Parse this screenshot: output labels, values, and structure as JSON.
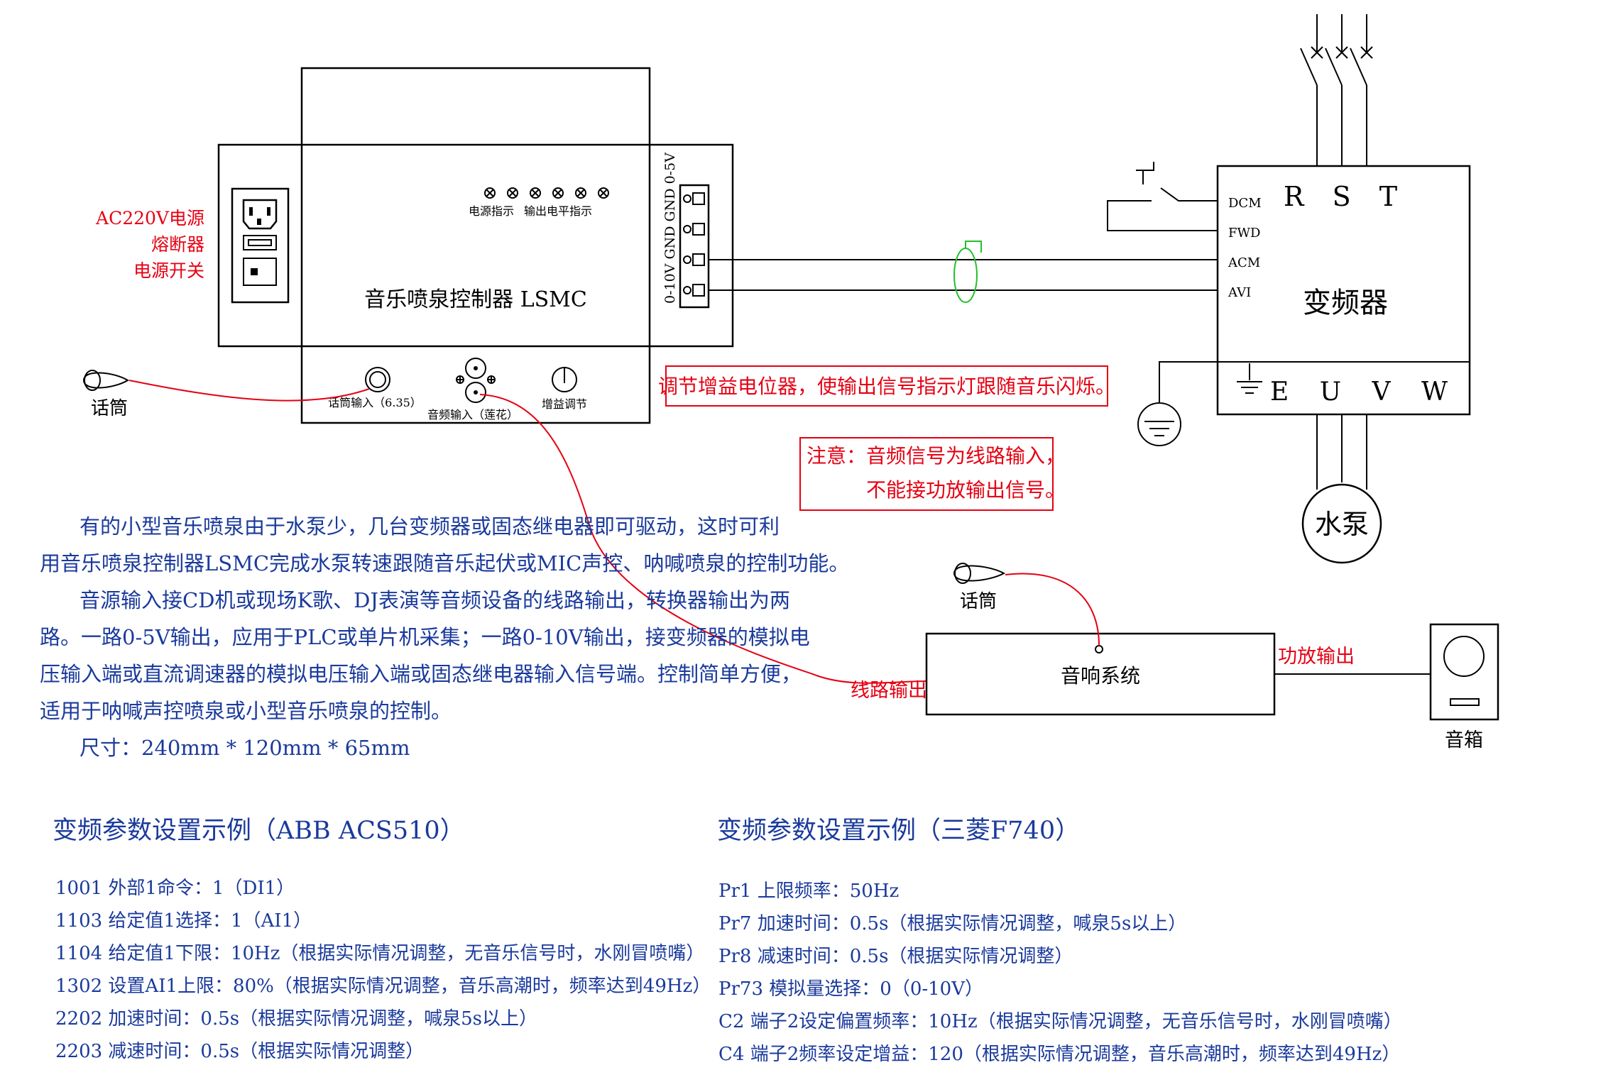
{
  "controller": {
    "title": "音乐喷泉控制器 LSMC",
    "power_labels": [
      "AC220V电源",
      "熔断器",
      "电源开关"
    ],
    "indicator_power": "电源指示",
    "indicator_level": "输出电平指示",
    "terminals": "0-10V GND GND 0-5V",
    "mic_input": "话筒输入（6.35）",
    "audio_input": "音频输入（莲花）",
    "gain": "增益调节",
    "mic": "话筒"
  },
  "vfd": {
    "title": "变频器",
    "top_terminals": "R S T",
    "bottom_terminals": "E U V W",
    "left_terminals": [
      "DCM",
      "FWD",
      "ACM",
      "AVI"
    ],
    "pump": "水泵"
  },
  "notes": {
    "gain_note": "调节增益电位器，使输出信号指示灯跟随音乐闪烁。",
    "warning_line1": "注意：音频信号为线路输入，",
    "warning_line2": "不能接功放输出信号。"
  },
  "description": [
    "有的小型音乐喷泉由于水泵少，几台变频器或固态继电器即可驱动，这时可利",
    "用音乐喷泉控制器LSMC完成水泵转速跟随音乐起伏或MIC声控、呐喊喷泉的控制功能。",
    "音源输入接CD机或现场K歌、DJ表演等音频设备的线路输出，转换器输出为两",
    "路。一路0-5V输出，应用于PLC或单片机采集；一路0-10V输出，接变频器的模拟电",
    "压输入端或直流调速器的模拟电压输入端或固态继电器输入信号端。控制简单方便，",
    "适用于呐喊声控喷泉或小型音乐喷泉的控制。",
    "尺寸：240mm * 120mm * 65mm"
  ],
  "sound": {
    "system": "音响系统",
    "line_out": "线路输出",
    "amp_out": "功放输出",
    "speaker": "音箱",
    "mic": "话筒"
  },
  "abb": {
    "title": "变频参数设置示例（ABB ACS510）",
    "lines": [
      "1001 外部1命令：1（DI1）",
      "1103 给定值1选择：1（AI1）",
      "1104 给定值1下限：10Hz（根据实际情况调整，无音乐信号时，水刚冒喷嘴）",
      "1302 设置AI1上限：80%（根据实际情况调整，音乐高潮时，频率达到49Hz）",
      "2202 加速时间：0.5s（根据实际情况调整，喊泉5s以上）",
      "2203 减速时间：0.5s（根据实际情况调整）"
    ]
  },
  "mitsubishi": {
    "title": "变频参数设置示例（三菱F740）",
    "lines": [
      "Pr1 上限频率：50Hz",
      "Pr7 加速时间：0.5s（根据实际情况调整，喊泉5s以上）",
      "Pr8 减速时间：0.5s（根据实际情况调整）",
      "Pr73 模拟量选择：0（0-10V）",
      "C2 端子2设定偏置频率：10Hz（根据实际情况调整，无音乐信号时，水刚冒喷嘴）",
      "C4 端子2频率设定增益：120（根据实际情况调整，音乐高潮时，频率达到49Hz）"
    ]
  },
  "colors": {
    "text_blue": "#1a3a9c",
    "text_red": "#e60012",
    "wire_green": "#22c02a"
  }
}
